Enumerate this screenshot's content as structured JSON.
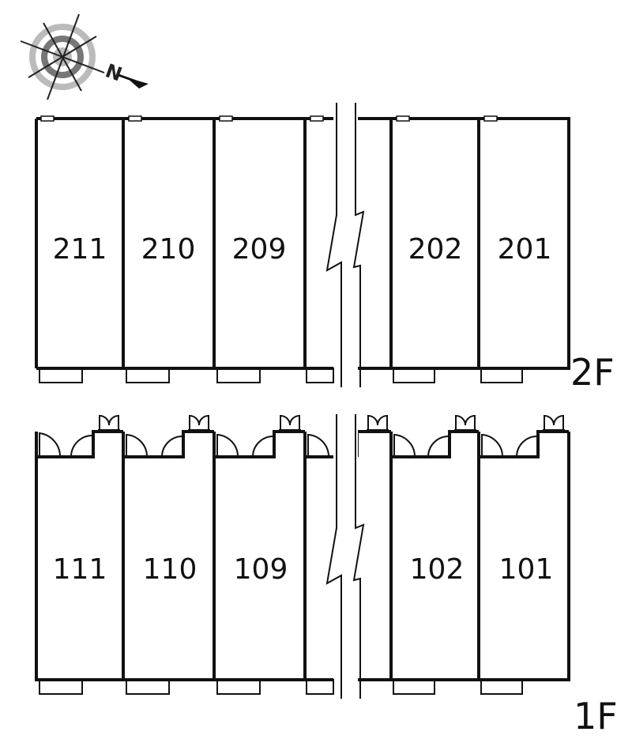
{
  "compass": {
    "north_label": "N"
  },
  "floors": [
    {
      "label": "2F",
      "units": [
        "211",
        "210",
        "209",
        "202",
        "201"
      ]
    },
    {
      "label": "1F",
      "units": [
        "111",
        "110",
        "109",
        "102",
        "101"
      ]
    }
  ]
}
